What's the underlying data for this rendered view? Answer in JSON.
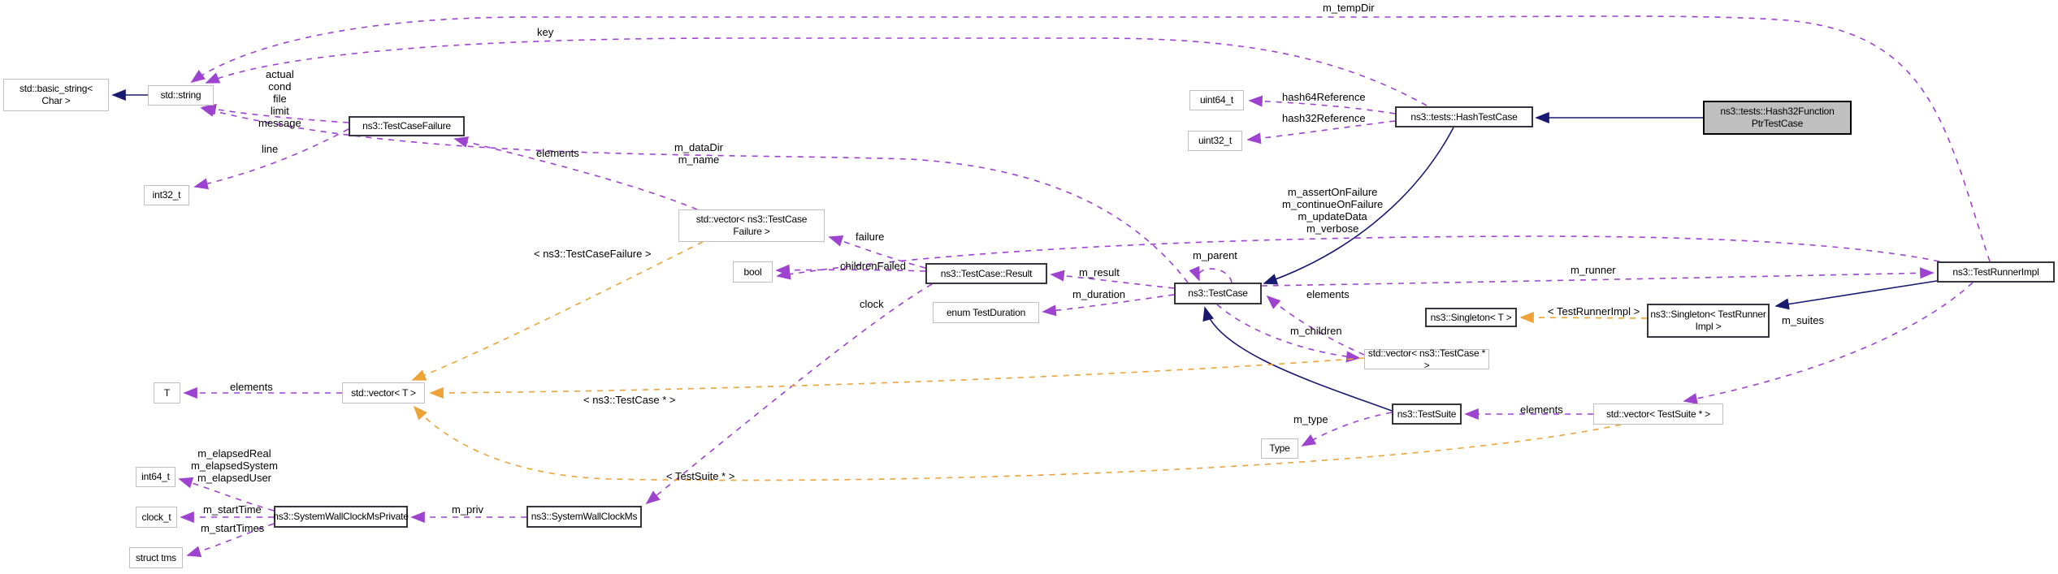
{
  "colors": {
    "member_edge": "#9d43d0",
    "inherit_edge": "#191970",
    "template_edge": "#eda338",
    "highlight_node_fill": "#bfbfbf",
    "node_border": "#bfbfbf",
    "bold_node_border": "#35353d"
  },
  "nodes": {
    "basic_string": {
      "label": "std::basic_string<\nChar >"
    },
    "string": {
      "label": "std::string"
    },
    "test_case_failure": {
      "label": "ns3::TestCaseFailure"
    },
    "int32_t": {
      "label": "int32_t"
    },
    "vector_tcf": {
      "label": "std::vector< ns3::TestCase\nFailure >"
    },
    "bool": {
      "label": "bool"
    },
    "result": {
      "label": "ns3::TestCase::Result"
    },
    "duration": {
      "label": "enum TestDuration"
    },
    "test_case": {
      "label": "ns3::TestCase"
    },
    "uint64_t": {
      "label": "uint64_t"
    },
    "uint32_t": {
      "label": "uint32_t"
    },
    "hash_test_case": {
      "label": "ns3::tests::HashTestCase"
    },
    "main": {
      "label": "ns3::tests::Hash32Function\nPtrTestCase"
    },
    "test_runner_impl": {
      "label": "ns3::TestRunnerImpl"
    },
    "singleton_t": {
      "label": "ns3::Singleton< T >"
    },
    "singleton_tri": {
      "label": "ns3::Singleton< TestRunner\nImpl >"
    },
    "vector_tcp": {
      "label": "std::vector< ns3::TestCase * >"
    },
    "test_suite": {
      "label": "ns3::TestSuite"
    },
    "type": {
      "label": "Type"
    },
    "vector_tsp": {
      "label": "std::vector< TestSuite * >"
    },
    "t": {
      "label": "T"
    },
    "vector_t": {
      "label": "std::vector< T >"
    },
    "int64_t": {
      "label": "int64_t"
    },
    "clock_t": {
      "label": "clock_t"
    },
    "struct_tms": {
      "label": "struct tms"
    },
    "swcm_private": {
      "label": "ns3::SystemWallClockMsPrivate"
    },
    "swcm": {
      "label": "ns3::SystemWallClockMs"
    }
  },
  "edge_labels": {
    "m_tempDir": "m_tempDir",
    "key": "key",
    "members_tcf": "actual\ncond\nfile\nlimit\nmessage",
    "line": "line",
    "elements_tcf": "elements",
    "m_dataDir": "m_dataDir\nm_name",
    "failure": "failure",
    "childrenFailed": "childrenFailed",
    "m_result": "m_result",
    "m_duration": "m_duration",
    "clock": "clock",
    "m_parent": "m_parent",
    "runner_flags": "m_assertOnFailure\nm_continueOnFailure\nm_updateData\nm_verbose",
    "hash64Reference": "hash64Reference",
    "hash32Reference": "hash32Reference",
    "elements_tcp": "elements",
    "m_runner": "m_runner",
    "m_suites": "m_suites",
    "tmpl_tri": "< TestRunnerImpl >",
    "m_children": "m_children",
    "m_type": "m_type",
    "elements_tsp": "elements",
    "elements_t": "elements",
    "tmpl_tcf": "< ns3::TestCaseFailure >",
    "tmpl_tcp": "< ns3::TestCase * >",
    "tmpl_tsp": "< TestSuite * >",
    "elapsed": "m_elapsedReal\nm_elapsedSystem\nm_elapsedUser",
    "m_startTime": "m_startTime",
    "m_startTimes": "m_startTimes",
    "m_priv": "m_priv"
  }
}
